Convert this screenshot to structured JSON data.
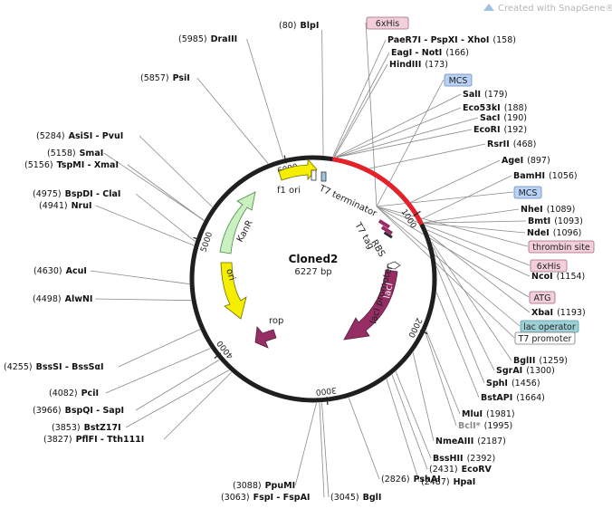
{
  "watermark": "Created with SnapGene®",
  "plasmid": {
    "name": "Cloned2",
    "size_label": "6227 bp",
    "length": 6227
  },
  "ticks": [
    {
      "pos": 1000,
      "label": "1000"
    },
    {
      "pos": 2000,
      "label": "2000"
    },
    {
      "pos": 3000,
      "label": "3000"
    },
    {
      "pos": 4000,
      "label": "4000"
    },
    {
      "pos": 5000,
      "label": "5000"
    },
    {
      "pos": 6000,
      "label": "6000"
    }
  ],
  "highlight_arc": {
    "start": 158,
    "end": 1095,
    "color": "#e8202a"
  },
  "colors": {
    "backbone": "#1f1f1f",
    "yellow": "#f5ee00",
    "green": "#c8f0c0",
    "purple": "#962d64",
    "pink_box": "#f2cfda",
    "blue_box": "#b7d2f5",
    "teal_box": "#9dd0d6",
    "leader": "#8a8a8a"
  },
  "features": [
    {
      "name": "f1 ori",
      "label": "f1 ori"
    },
    {
      "name": "KanR",
      "label": "KanR"
    },
    {
      "name": "ori",
      "label": "ori"
    },
    {
      "name": "rop",
      "label": "rop"
    },
    {
      "name": "lacI",
      "label": "lacI"
    },
    {
      "name": "lacI promoter",
      "label": "lacI promoter"
    },
    {
      "name": "T7 terminator",
      "label": "T7 terminator"
    },
    {
      "name": "T7 tag",
      "label": "T7 tag"
    },
    {
      "name": "RBS",
      "label": "RBS"
    }
  ],
  "boxed_labels": [
    {
      "text": "6xHis",
      "style": "pink"
    },
    {
      "text": "MCS",
      "style": "blue"
    },
    {
      "text": "MCS",
      "style": "blue"
    },
    {
      "text": "thrombin site",
      "style": "pink"
    },
    {
      "text": "6xHis",
      "style": "pink"
    },
    {
      "text": "ATG",
      "style": "pink"
    },
    {
      "text": "lac operator",
      "style": "teal"
    },
    {
      "text": "T7 promoter",
      "style": "white"
    }
  ],
  "sites": [
    {
      "name": "BlpI",
      "pos": "(80)",
      "num": 80
    },
    {
      "name": "PaeR7I - PspXI - XhoI",
      "pos": "(158)",
      "num": 158
    },
    {
      "name": "EagI - NotI",
      "pos": "(166)",
      "num": 166
    },
    {
      "name": "HindIII",
      "pos": "(173)",
      "num": 173
    },
    {
      "name": "SalI",
      "pos": "(179)",
      "num": 179
    },
    {
      "name": "Eco53kI",
      "pos": "(188)",
      "num": 188
    },
    {
      "name": "SacI",
      "pos": "(190)",
      "num": 190
    },
    {
      "name": "EcoRI",
      "pos": "(192)",
      "num": 192
    },
    {
      "name": "RsrII",
      "pos": "(468)",
      "num": 468
    },
    {
      "name": "AgeI",
      "pos": "(897)",
      "num": 897
    },
    {
      "name": "BamHI",
      "pos": "(1056)",
      "num": 1056
    },
    {
      "name": "NheI",
      "pos": "(1089)",
      "num": 1089
    },
    {
      "name": "BmtI",
      "pos": "(1093)",
      "num": 1093
    },
    {
      "name": "NdeI",
      "pos": "(1096)",
      "num": 1096
    },
    {
      "name": "NcoI",
      "pos": "(1154)",
      "num": 1154
    },
    {
      "name": "XbaI",
      "pos": "(1193)",
      "num": 1193
    },
    {
      "name": "BglII",
      "pos": "(1259)",
      "num": 1259
    },
    {
      "name": "SgrAI",
      "pos": "(1300)",
      "num": 1300
    },
    {
      "name": "SphI",
      "pos": "(1456)",
      "num": 1456
    },
    {
      "name": "BstAPI",
      "pos": "(1664)",
      "num": 1664
    },
    {
      "name": "MluI",
      "pos": "(1981)",
      "num": 1981
    },
    {
      "name": "BclI*",
      "pos": "(1995)",
      "num": 1995
    },
    {
      "name": "NmeAIII",
      "pos": "(2187)",
      "num": 2187
    },
    {
      "name": "BssHII",
      "pos": "(2392)",
      "num": 2392
    },
    {
      "name": "EcoRV",
      "pos": "(2431)",
      "num": 2431
    },
    {
      "name": "HpaI",
      "pos": "(2487)",
      "num": 2487
    },
    {
      "name": "PshAI",
      "pos": "(2826)",
      "num": 2826
    },
    {
      "name": "BglI",
      "pos": "(3045)",
      "num": 3045
    },
    {
      "name": "FspI - FspAI",
      "pos": "(3063)",
      "num": 3063
    },
    {
      "name": "PpuMI",
      "pos": "(3088)",
      "num": 3088
    },
    {
      "name": "PflFI - Tth111I",
      "pos": "(3827)",
      "num": 3827
    },
    {
      "name": "BstZ17I",
      "pos": "(3853)",
      "num": 3853
    },
    {
      "name": "BspQI - SapI",
      "pos": "(3966)",
      "num": 3966
    },
    {
      "name": "PciI",
      "pos": "(4082)",
      "num": 4082
    },
    {
      "name": "BssSI - BssSαI",
      "pos": "(4255)",
      "num": 4255
    },
    {
      "name": "AlwNI",
      "pos": "(4498)",
      "num": 4498
    },
    {
      "name": "AcuI",
      "pos": "(4630)",
      "num": 4630
    },
    {
      "name": "NruI",
      "pos": "(4941)",
      "num": 4941
    },
    {
      "name": "BspDI - ClaI",
      "pos": "(4975)",
      "num": 4975
    },
    {
      "name": "TspMI - XmaI",
      "pos": "(5156)",
      "num": 5156
    },
    {
      "name": "SmaI",
      "pos": "(5158)",
      "num": 5158
    },
    {
      "name": "AsiSI - PvuI",
      "pos": "(5284)",
      "num": 5284
    },
    {
      "name": "PsiI",
      "pos": "(5857)",
      "num": 5857
    },
    {
      "name": "DraIII",
      "pos": "(5985)",
      "num": 5985
    }
  ]
}
